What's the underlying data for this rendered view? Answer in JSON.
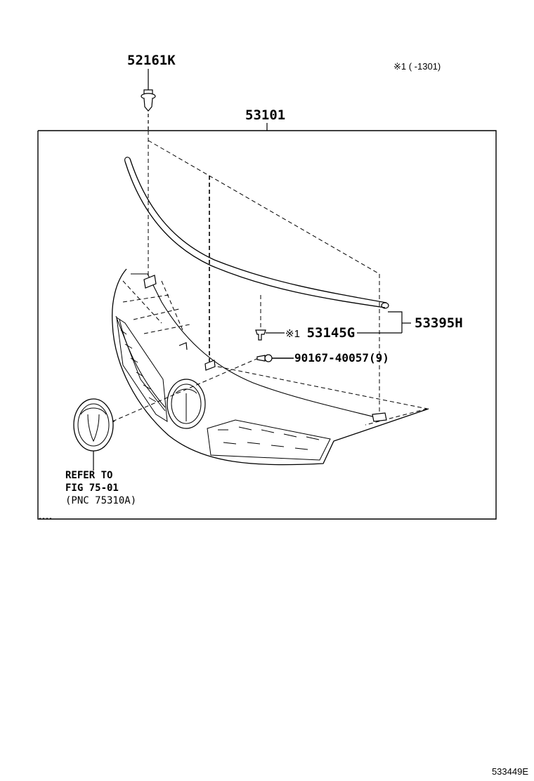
{
  "diagram": {
    "figure_id": "533449E",
    "note": {
      "symbol": "※1",
      "text": "※1 (      -1301)"
    },
    "assembly": {
      "part_number": "53101"
    },
    "parts": [
      {
        "part_number": "52161K",
        "description": "clip (top)"
      },
      {
        "part_number": "53395H",
        "description": "moulding, radiator grille"
      },
      {
        "part_number": "53145G",
        "prefix": "※1",
        "description": "clip"
      },
      {
        "part_number": "90167-40057",
        "quantity": "(9)",
        "description": "screw"
      }
    ],
    "reference": {
      "line1": "REFER TO",
      "line2": "FIG 75-01",
      "line3": "(PNC 75310A)"
    }
  }
}
